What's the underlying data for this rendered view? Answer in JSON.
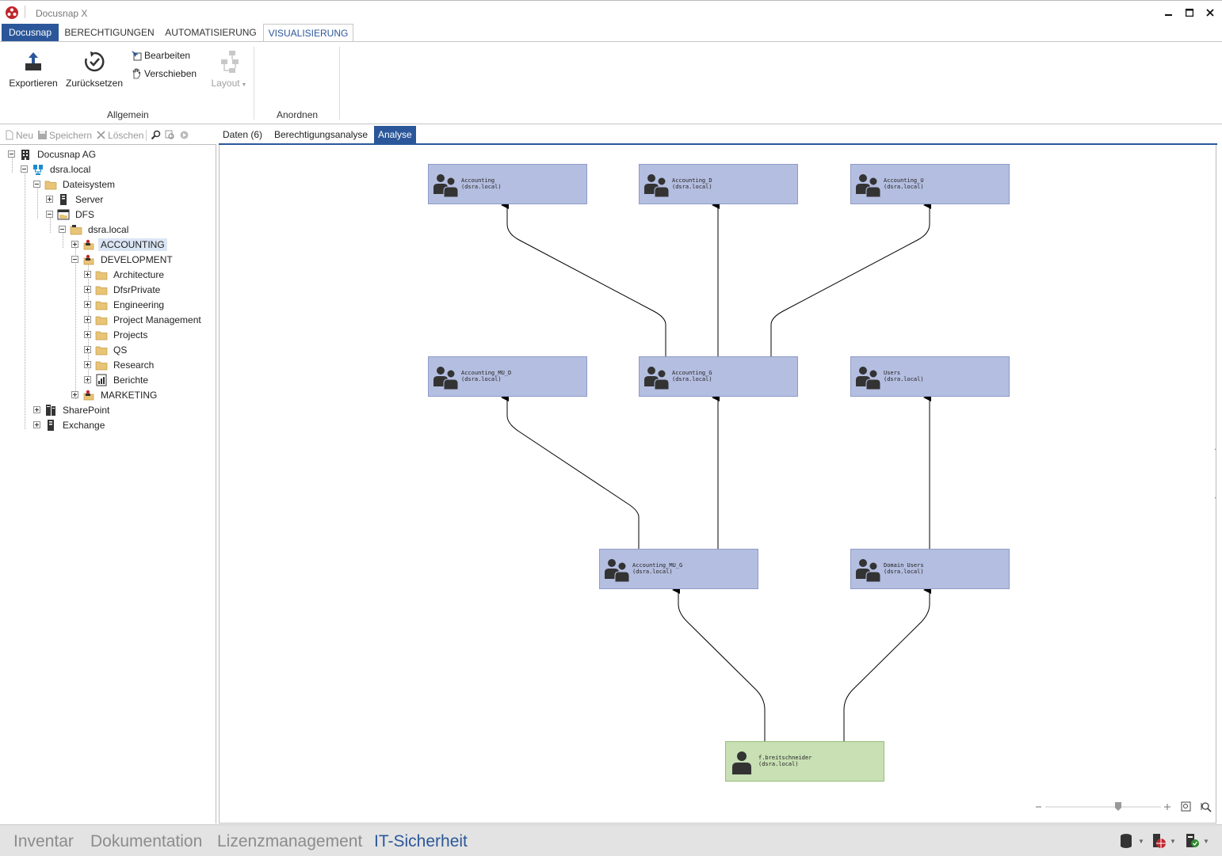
{
  "window": {
    "title": "Docusnap X"
  },
  "ribbon": {
    "tabs": [
      {
        "label": "Docusnap"
      },
      {
        "label": "BERECHTIGUNGEN"
      },
      {
        "label": "AUTOMATISIERUNG"
      },
      {
        "label": "VISUALISIERUNG"
      }
    ],
    "buttons": {
      "export": "Exportieren",
      "reset": "Zurücksetzen",
      "edit": "Bearbeiten",
      "move": "Verschieben",
      "layout": "Layout"
    },
    "groups": {
      "general": "Allgemein",
      "arrange": "Anordnen"
    }
  },
  "left_toolbar": {
    "new": "Neu",
    "save": "Speichern",
    "delete": "Löschen"
  },
  "tree": [
    {
      "label": "Docusnap AG",
      "icon": "building-icon"
    },
    {
      "label": "dsra.local",
      "icon": "domain-icon"
    },
    {
      "label": "Dateisystem",
      "icon": "folder-icon"
    },
    {
      "label": "Server",
      "icon": "server-icon"
    },
    {
      "label": "DFS",
      "icon": "dfs-icon"
    },
    {
      "label": "dsra.local",
      "icon": "dfs-root-icon"
    },
    {
      "label": "ACCOUNTING",
      "icon": "share-folder-icon"
    },
    {
      "label": "DEVELOPMENT",
      "icon": "share-folder-icon"
    },
    {
      "label": "Architecture",
      "icon": "folder-icon"
    },
    {
      "label": "DfsrPrivate",
      "icon": "folder-icon"
    },
    {
      "label": "Engineering",
      "icon": "folder-icon"
    },
    {
      "label": "Project Management",
      "icon": "folder-icon"
    },
    {
      "label": "Projects",
      "icon": "folder-icon"
    },
    {
      "label": "QS",
      "icon": "folder-icon"
    },
    {
      "label": "Research",
      "icon": "folder-icon"
    },
    {
      "label": "Berichte",
      "icon": "report-icon"
    },
    {
      "label": "MARKETING",
      "icon": "share-folder-icon"
    },
    {
      "label": "SharePoint",
      "icon": "sharepoint-icon"
    },
    {
      "label": "Exchange",
      "icon": "server-icon"
    }
  ],
  "content_tabs": [
    {
      "label": "Daten (6)"
    },
    {
      "label": "Berechtigungsanalyse"
    },
    {
      "label": "Analyse"
    }
  ],
  "diagram": {
    "nodes": [
      {
        "name": "Accounting",
        "domain": "(dsra.local)"
      },
      {
        "name": "Accounting_D",
        "domain": "(dsra.local)"
      },
      {
        "name": "Accounting_U",
        "domain": "(dsra.local)"
      },
      {
        "name": "Accounting_MU_D",
        "domain": "(dsra.local)"
      },
      {
        "name": "Accounting_G",
        "domain": "(dsra.local)"
      },
      {
        "name": "Users",
        "domain": "(dsra.local)"
      },
      {
        "name": "Accounting_MU_G",
        "domain": "(dsra.local)"
      },
      {
        "name": "Domain Users",
        "domain": "(dsra.local)"
      },
      {
        "name": "f.breitschneider",
        "domain": "(dsra.local)"
      }
    ],
    "colors": {
      "group": "#b4bee0",
      "user": "#c8e0b4"
    }
  },
  "zoom": {
    "level": 0.63
  },
  "modules": [
    {
      "label": "Inventar"
    },
    {
      "label": "Dokumentation"
    },
    {
      "label": "Lizenzmanagement"
    },
    {
      "label": "IT-Sicherheit"
    }
  ],
  "accent": "#2b579a"
}
